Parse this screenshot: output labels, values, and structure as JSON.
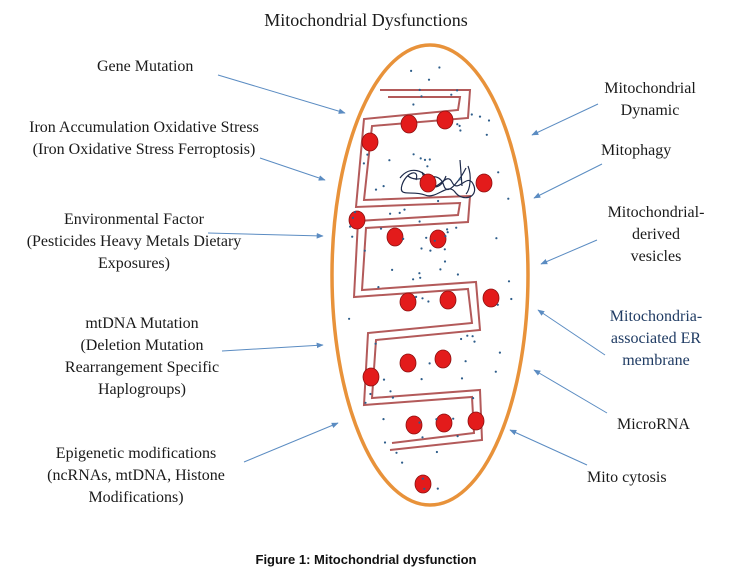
{
  "title": "Mitochondrial Dysfunctions",
  "caption": "Figure 1: Mitochondrial dysfunction",
  "colors": {
    "membrane_outline": "#e8923a",
    "cristae": "#b35a5a",
    "ribosome_dot": "#e31b1b",
    "matrix_dot": "#2d5d8a",
    "arrow": "#5b8cc2",
    "label_text": "#1a1a1a",
    "label_text_blue": "#1f3b63"
  },
  "left_labels": [
    "Gene Mutation",
    "Iron Accumulation Oxidative Stress\n(Iron Oxidative Stress Ferroptosis)",
    "Environmental Factor\n(Pesticides Heavy Metals Dietary\nExposures)",
    "mtDNA Mutation\n(Deletion Mutation\nRearrangement Specific\nHaplogroups)",
    "Epigenetic modifications\n(ncRNAs, mtDNA, Histone\nModifications)"
  ],
  "right_labels": [
    "Mitochondrial\nDynamic",
    "Mitophagy",
    "Mitochondrial-\nderived\nvesicles",
    "Mitochondria-\nassociated ER\nmembrane",
    "MicroRNA",
    "Mito cytosis"
  ]
}
